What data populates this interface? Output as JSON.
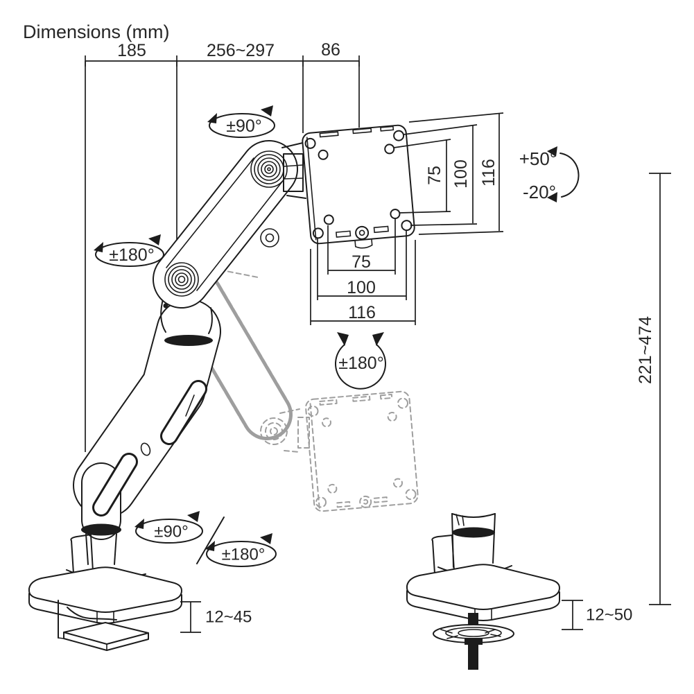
{
  "title": "Dimensions (mm)",
  "units": "mm",
  "colors": {
    "line": "#1c1c1c",
    "ghost": "#9e9e9e",
    "background": "#ffffff"
  },
  "dims": {
    "top_chain": {
      "seg1": "185",
      "seg2": "256~297",
      "seg3": "86"
    },
    "vesa_side": {
      "v75": "75",
      "v100": "100",
      "v116": "116"
    },
    "vesa_bottom": {
      "h75": "75",
      "h100": "100",
      "h116": "116"
    },
    "height_range": "221~474",
    "clamp_desk_thickness": "12~45",
    "grommet_desk_thickness": "12~50"
  },
  "rotation": {
    "head_swivel": "±90°",
    "elbow_swivel": "±180°",
    "tilt_up": "+50°",
    "tilt_down": "-20°",
    "screen_rotation": "±180°",
    "base_swivel_90": "±90°",
    "base_swivel_180": "±180°"
  }
}
